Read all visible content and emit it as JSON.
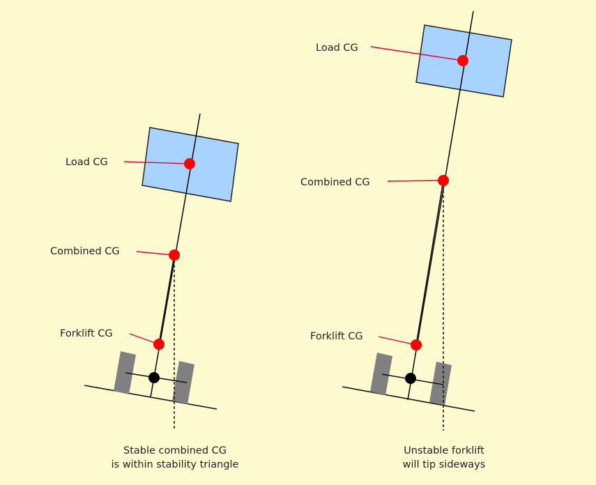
{
  "colors": {
    "background": "#fdfad0",
    "load_fill": "#a9d3ff",
    "load_stroke": "#222222",
    "cg_dot": "#ff0000",
    "leader_line": "#e8003a",
    "pivot_dot": "#000000",
    "wheel": "#808080",
    "line": "#111111"
  },
  "panels": [
    {
      "id": "stable",
      "labels": {
        "load_cg": "Load CG",
        "combined_cg": "Combined CG",
        "forklift_cg": "Forklift CG"
      },
      "caption": [
        "Stable combined CG",
        "is within stability triangle"
      ]
    },
    {
      "id": "unstable",
      "labels": {
        "load_cg": "Load CG",
        "combined_cg": "Combined CG",
        "forklift_cg": "Forklift CG"
      },
      "caption": [
        "Unstable forklift",
        "will tip sideways"
      ]
    }
  ]
}
